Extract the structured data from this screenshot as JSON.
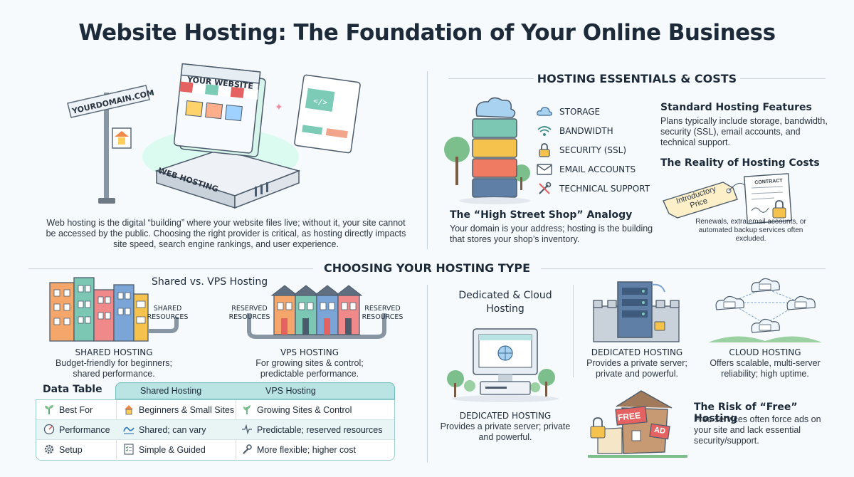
{
  "title": "Website Hosting: The Foundation of Your Online Business",
  "hero": {
    "domain_sign": "YOURDOMAIN.COM",
    "window_label": "YOUR WEBSITE",
    "server_label": "WEB HOSTING",
    "intro": "Web hosting is the digital “building” where your website files live; without it, your site cannot be accessed by the public. Choosing the right provider is critical, as hosting directly impacts site speed, search engine rankings, and user experience."
  },
  "essentials": {
    "heading": "HOSTING ESSENTIALS & COSTS",
    "features": [
      {
        "label": "STORAGE",
        "icon": "cloud-icon"
      },
      {
        "label": "BANDWIDTH",
        "icon": "wifi-icon"
      },
      {
        "label": "SECURITY (SSL)",
        "icon": "lock-icon"
      },
      {
        "label": "EMAIL ACCOUNTS",
        "icon": "envelope-icon"
      },
      {
        "label": "TECHNICAL SUPPORT",
        "icon": "tools-icon"
      }
    ],
    "analogy_title": "The “High Street Shop” Analogy",
    "analogy_text": "Your domain is your address; hosting is the building that stores your shop’s inventory.",
    "standard_title": "Standard Hosting Features",
    "standard_text": "Plans typically include storage, bandwidth, security (SSL), email accounts, and technical support.",
    "costs_title": "The Reality of Hosting Costs",
    "tag_label": "Introductory Price",
    "contract_label": "CONTRACT",
    "costs_text": "Renewals, extra email accounts, or automated backup services often excluded."
  },
  "choosing": {
    "heading": "CHOOSING YOUR HOSTING TYPE",
    "shared_vps_title": "Shared vs. VPS Hosting",
    "shared_resources": "SHARED RESOURCES",
    "reserved_left": "RESERVED RESOURCES",
    "reserved_right": "RESERVED RESOURCES",
    "shared_title": "SHARED HOSTING",
    "shared_text": "Budget-friendly for beginners; shared performance.",
    "vps_title": "VPS HOSTING",
    "vps_text": "For growing sites & control; predictable performance.",
    "dedicated_cloud_title": "Dedicated & Cloud Hosting",
    "dedicated_mid_title": "DEDICATED HOSTING",
    "dedicated_mid_text": "Provides a private server; private and powerful.",
    "dedicated_title": "DEDICATED HOSTING",
    "dedicated_text": "Provides a private server; private and powerful.",
    "cloud_title": "CLOUD HOSTING",
    "cloud_text": "Offers scalable, multi-server reliability; high uptime.",
    "free_sign": "FREE",
    "ad_sign": "AD",
    "free_title": "The Risk of “Free” Hosting",
    "free_text": "Free services often force ads on your site and lack essential security/support."
  },
  "table": {
    "label": "Data Table",
    "columns": [
      "Shared Hosting",
      "VPS Hosting"
    ],
    "rows": [
      {
        "label": "Best For",
        "shared": "Beginners & Small Sites",
        "vps": "Growing Sites & Control"
      },
      {
        "label": "Performance",
        "shared": "Shared; can vary",
        "vps": "Predictable; reserved resources"
      },
      {
        "label": "Setup",
        "shared": "Simple & Guided",
        "vps": "More flexible; higher cost"
      }
    ]
  },
  "colors": {
    "accent_teal": "#6fbdbd",
    "title": "#1c2a3a",
    "glow": "#a8f0d8"
  }
}
